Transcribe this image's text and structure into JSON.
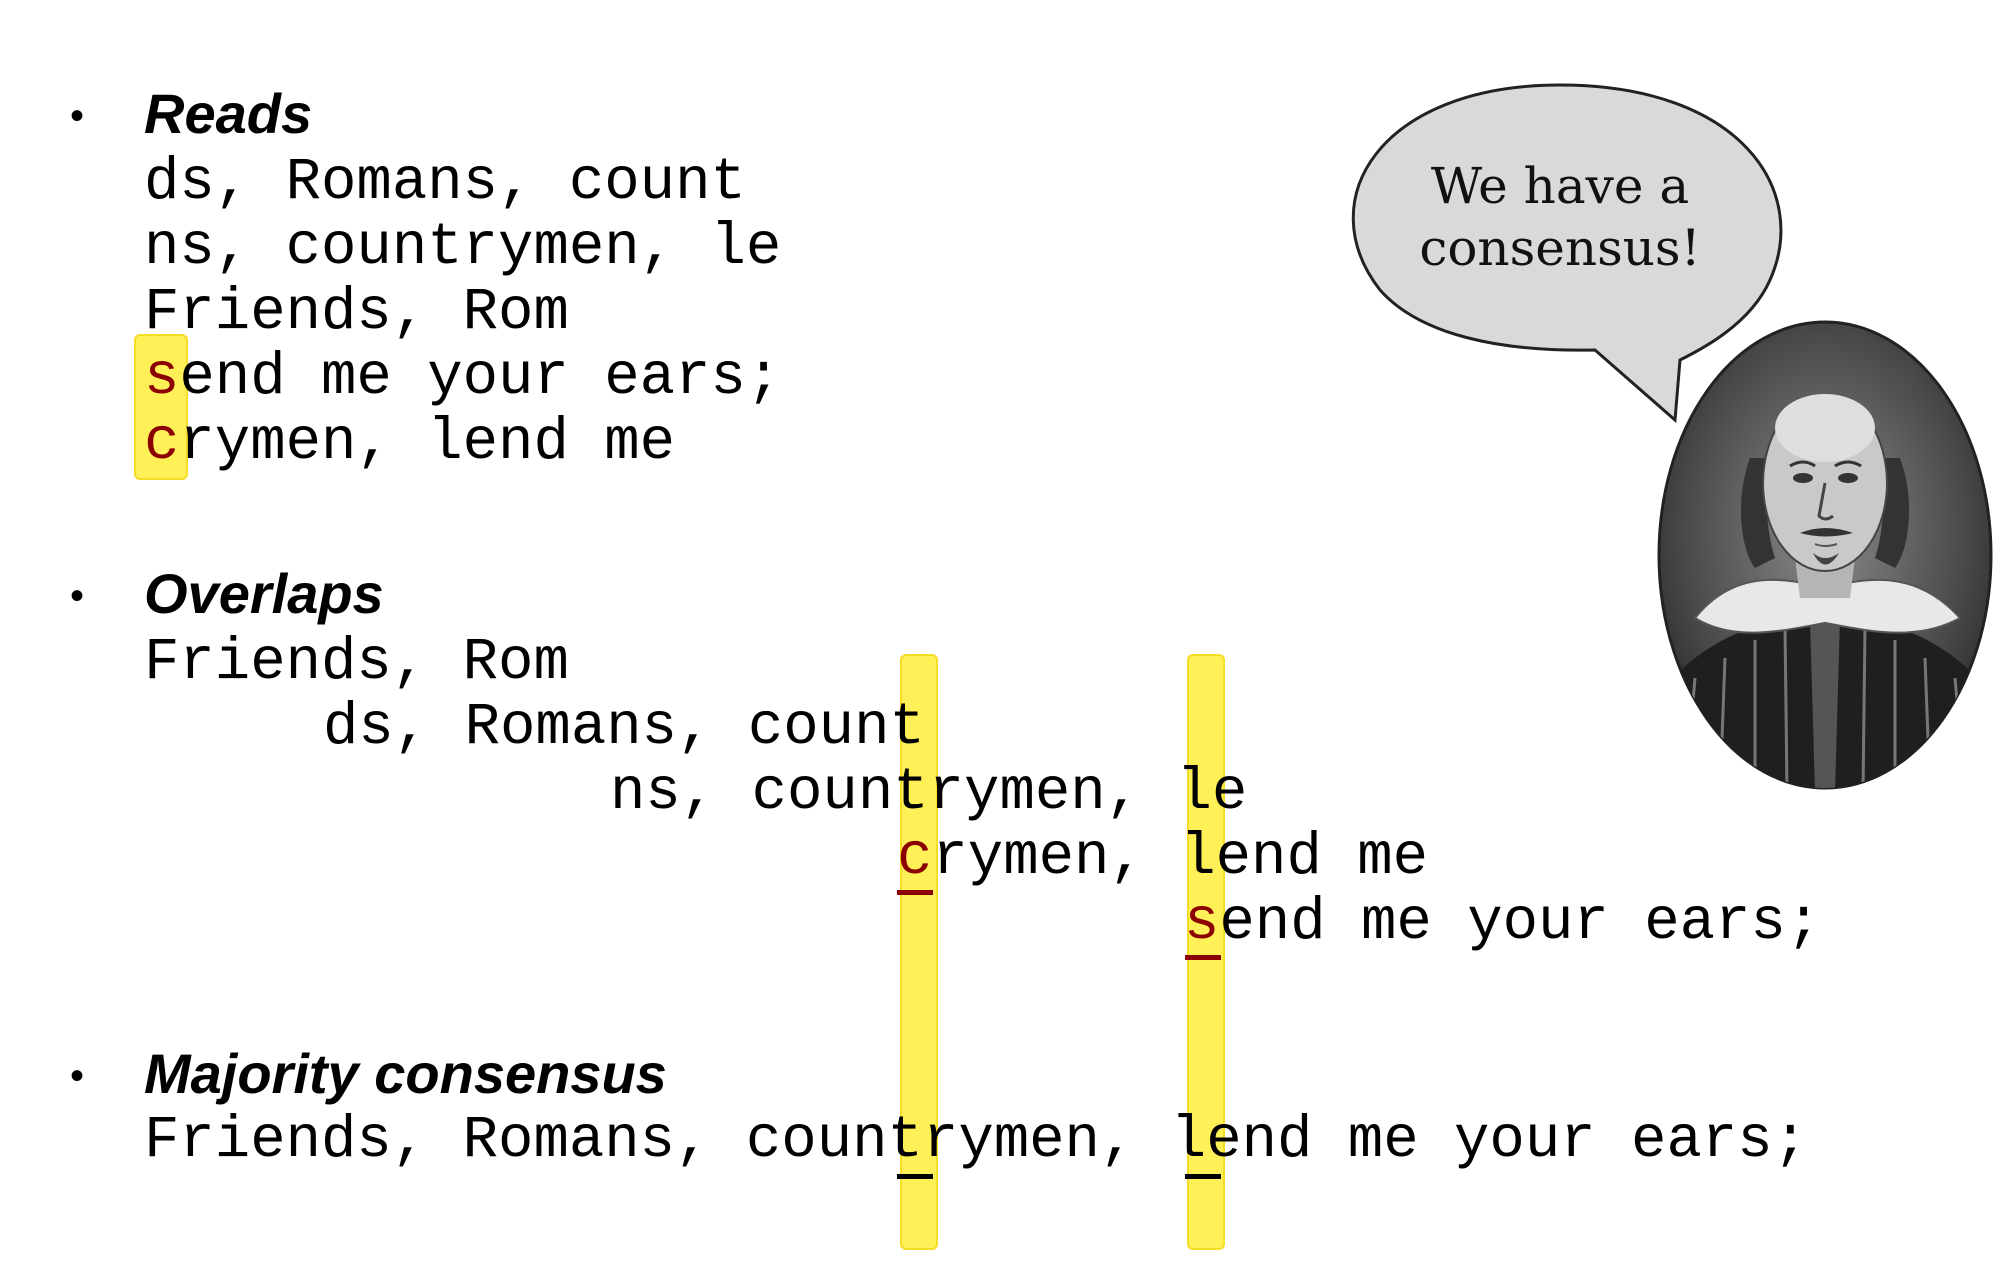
{
  "sections": {
    "reads": {
      "bullet": "•",
      "heading": "Reads",
      "lines": [
        "ds, Romans, count",
        "ns, countrymen, le",
        "Friends, Rom"
      ],
      "line4_first": "s",
      "line4_rest": "end me your ears;",
      "line5_first": "c",
      "line5_rest": "rymen, lend me"
    },
    "overlaps": {
      "bullet": "•",
      "heading": "Overlaps",
      "line1": "Friends, Rom",
      "line2_pre": "ds, Romans, coun",
      "line2_hl": "t",
      "line3_pre": "ns, coun",
      "line3_hl1": "t",
      "line3_mid": "rymen, ",
      "line3_hl2": "l",
      "line3_post": "e",
      "line4_hl1": "c",
      "line4_mid": "rymen, ",
      "line4_hl2": "l",
      "line4_post": "end me",
      "line5_hl": "s",
      "line5_post": "end me your ears;"
    },
    "consensus": {
      "bullet": "•",
      "heading": "Majority consensus",
      "pre": "Friends, Romans, coun",
      "hl1": "t",
      "mid": "rymen, ",
      "hl2": "l",
      "post": "end me your ears;"
    }
  },
  "speech_bubble": {
    "line1": "We have a",
    "line2": "consensus!"
  },
  "colors": {
    "highlight": "#ffee3a",
    "mismatch": "#8b0000",
    "bubble_fill": "#d9d9d9"
  }
}
